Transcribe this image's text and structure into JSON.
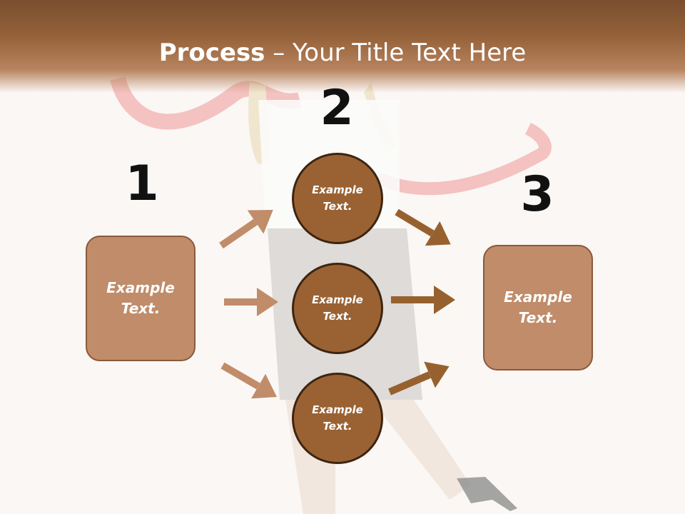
{
  "slide": {
    "title_bold": "Process",
    "title_rest": " – Your Title Text Here"
  },
  "steps": [
    {
      "number": "1",
      "label": "Example\nText."
    },
    {
      "number": "2",
      "label": "Example\nText."
    },
    {
      "number": "3",
      "label": "Example\nText."
    }
  ],
  "middle_items": [
    {
      "label": "Example\nText."
    },
    {
      "label": "Example\nText."
    },
    {
      "label": "Example\nText."
    }
  ],
  "colors": {
    "header": "#95623a",
    "box_fill": "#c08c6a",
    "circle_fill": "#9a6233",
    "arrow_light": "#c08c6a",
    "arrow_dark": "#97612f"
  }
}
